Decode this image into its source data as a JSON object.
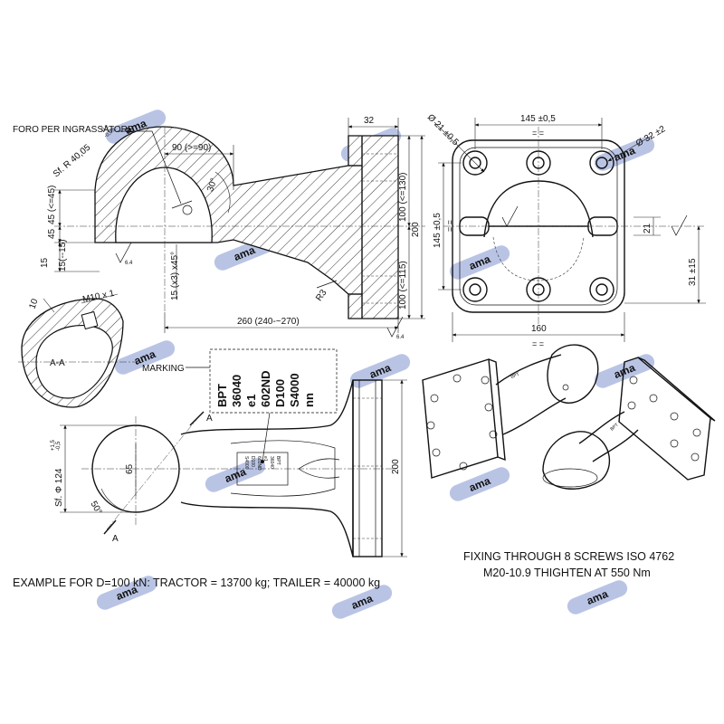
{
  "labels": {
    "foro": "FORO PER INGRASSATORE",
    "sf_r": "Sf. R 40,05",
    "sf_r_tol_up": "-0,2",
    "sf_r_tol_dn": "-0,05",
    "dim_90": "90 (>=90)",
    "dim_30deg": "30°",
    "dim_32": "32",
    "dim_45a": "45 (<=45)",
    "dim_45b": "45",
    "dim_15a": "15",
    "dim_15b": "15(--15)",
    "dim_15x3": "15 (x3) x45°",
    "dim_100a": "100 (<=130)",
    "dim_100b": "100 (<=115)",
    "dim_200a": "200",
    "dim_r3": "R3",
    "dim_260": "260 (240-~270)",
    "dim_ra": "6.4",
    "dim_m10": "M10 x 1",
    "dim_10": "10",
    "section": "A-A",
    "marking": "MARKING",
    "dia_21": "Ø 21 ±0,5",
    "dim_145a": "145 ±0,5",
    "dia_32": "Ø 32 ±2",
    "dim_145b": "145 ±0,5",
    "dim_21": "21",
    "dim_31": "31 ±15",
    "dim_160": "160",
    "eq": "= =",
    "sf_124": "Sf. Φ 124",
    "sf_124_tol_up": "+1,5",
    "sf_124_tol_dn": "-0,5",
    "dim_65": "65",
    "dim_50deg": "50°",
    "dim_200b": "200",
    "cut_a": "A",
    "example": "EXAMPLE FOR D=100 kN: TRACTOR = 13700 kg; TRAILER = 40000 kg",
    "fixing1": "FIXING THROUGH 8 SCREWS ISO 4762",
    "fixing2": "M20-10.9 THIGHTEN AT 550 Nm"
  },
  "marking_lines": [
    "BPT",
    "36040",
    "e1",
    "602ND",
    "D100",
    "S4000",
    "nn"
  ],
  "watermark": "ama"
}
